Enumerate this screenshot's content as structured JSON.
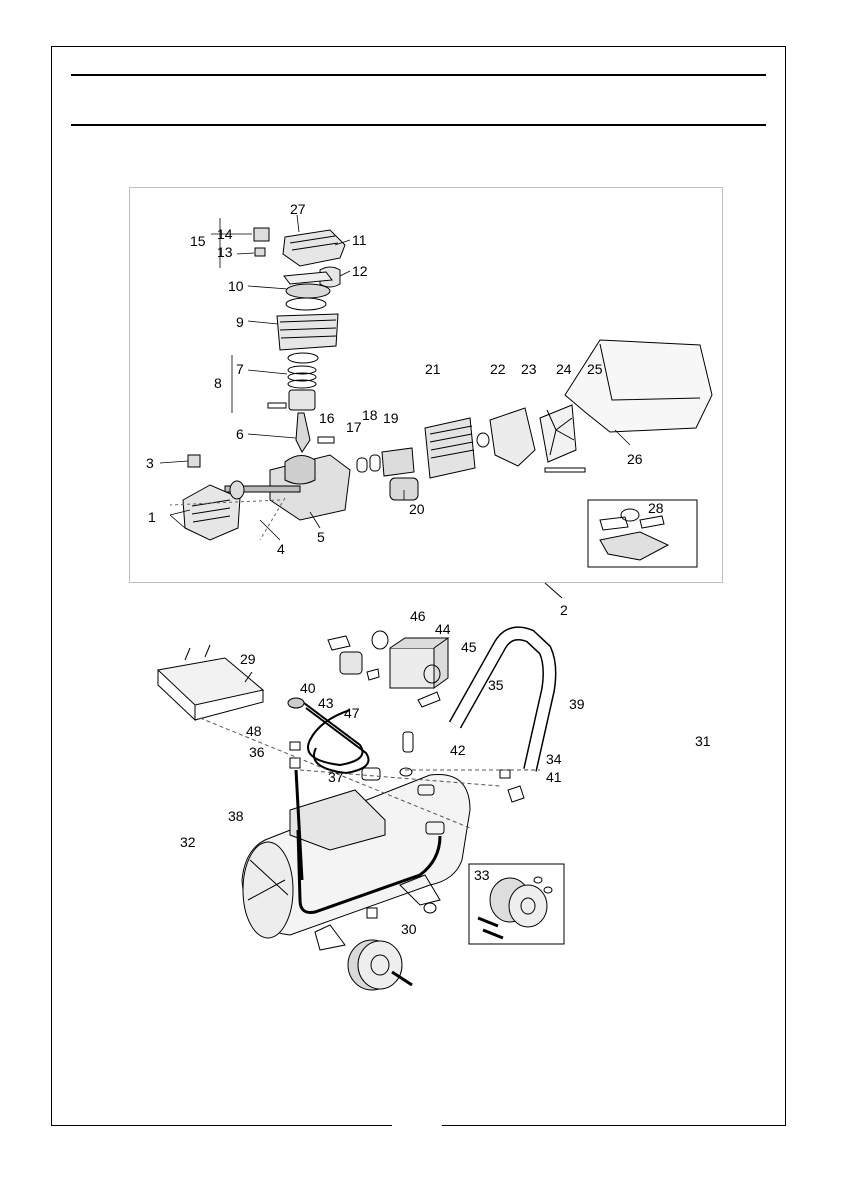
{
  "page": {
    "callouts": [
      {
        "id": "c1",
        "text": "1"
      },
      {
        "id": "c2",
        "text": "2"
      },
      {
        "id": "c3",
        "text": "3"
      },
      {
        "id": "c4",
        "text": "4"
      },
      {
        "id": "c5",
        "text": "5"
      },
      {
        "id": "c6",
        "text": "6"
      },
      {
        "id": "c7",
        "text": "7"
      },
      {
        "id": "c8",
        "text": "8"
      },
      {
        "id": "c9",
        "text": "9"
      },
      {
        "id": "c10",
        "text": "10"
      },
      {
        "id": "c11",
        "text": "11"
      },
      {
        "id": "c12",
        "text": "12"
      },
      {
        "id": "c13",
        "text": "13"
      },
      {
        "id": "c14",
        "text": "14"
      },
      {
        "id": "c15",
        "text": "15"
      },
      {
        "id": "c16",
        "text": "16"
      },
      {
        "id": "c17",
        "text": "17"
      },
      {
        "id": "c18",
        "text": "18"
      },
      {
        "id": "c19",
        "text": "19"
      },
      {
        "id": "c20",
        "text": "20"
      },
      {
        "id": "c21",
        "text": "21"
      },
      {
        "id": "c22",
        "text": "22"
      },
      {
        "id": "c23",
        "text": "23"
      },
      {
        "id": "c24",
        "text": "24"
      },
      {
        "id": "c25",
        "text": "25"
      },
      {
        "id": "c26",
        "text": "26"
      },
      {
        "id": "c27",
        "text": "27"
      },
      {
        "id": "c28",
        "text": "28"
      },
      {
        "id": "c29",
        "text": "29"
      },
      {
        "id": "c30",
        "text": "30"
      },
      {
        "id": "c31",
        "text": "31"
      },
      {
        "id": "c32",
        "text": "32"
      },
      {
        "id": "c33",
        "text": "33"
      },
      {
        "id": "c34",
        "text": "34"
      },
      {
        "id": "c35",
        "text": "35"
      },
      {
        "id": "c36",
        "text": "36"
      },
      {
        "id": "c37",
        "text": "37"
      },
      {
        "id": "c38",
        "text": "38"
      },
      {
        "id": "c39",
        "text": "39"
      },
      {
        "id": "c40",
        "text": "40"
      },
      {
        "id": "c41",
        "text": "41"
      },
      {
        "id": "c42",
        "text": "42"
      },
      {
        "id": "c43",
        "text": "43"
      },
      {
        "id": "c44",
        "text": "44"
      },
      {
        "id": "c45",
        "text": "45"
      },
      {
        "id": "c46",
        "text": "46"
      },
      {
        "id": "c47",
        "text": "47"
      },
      {
        "id": "c48",
        "text": "48"
      }
    ]
  }
}
